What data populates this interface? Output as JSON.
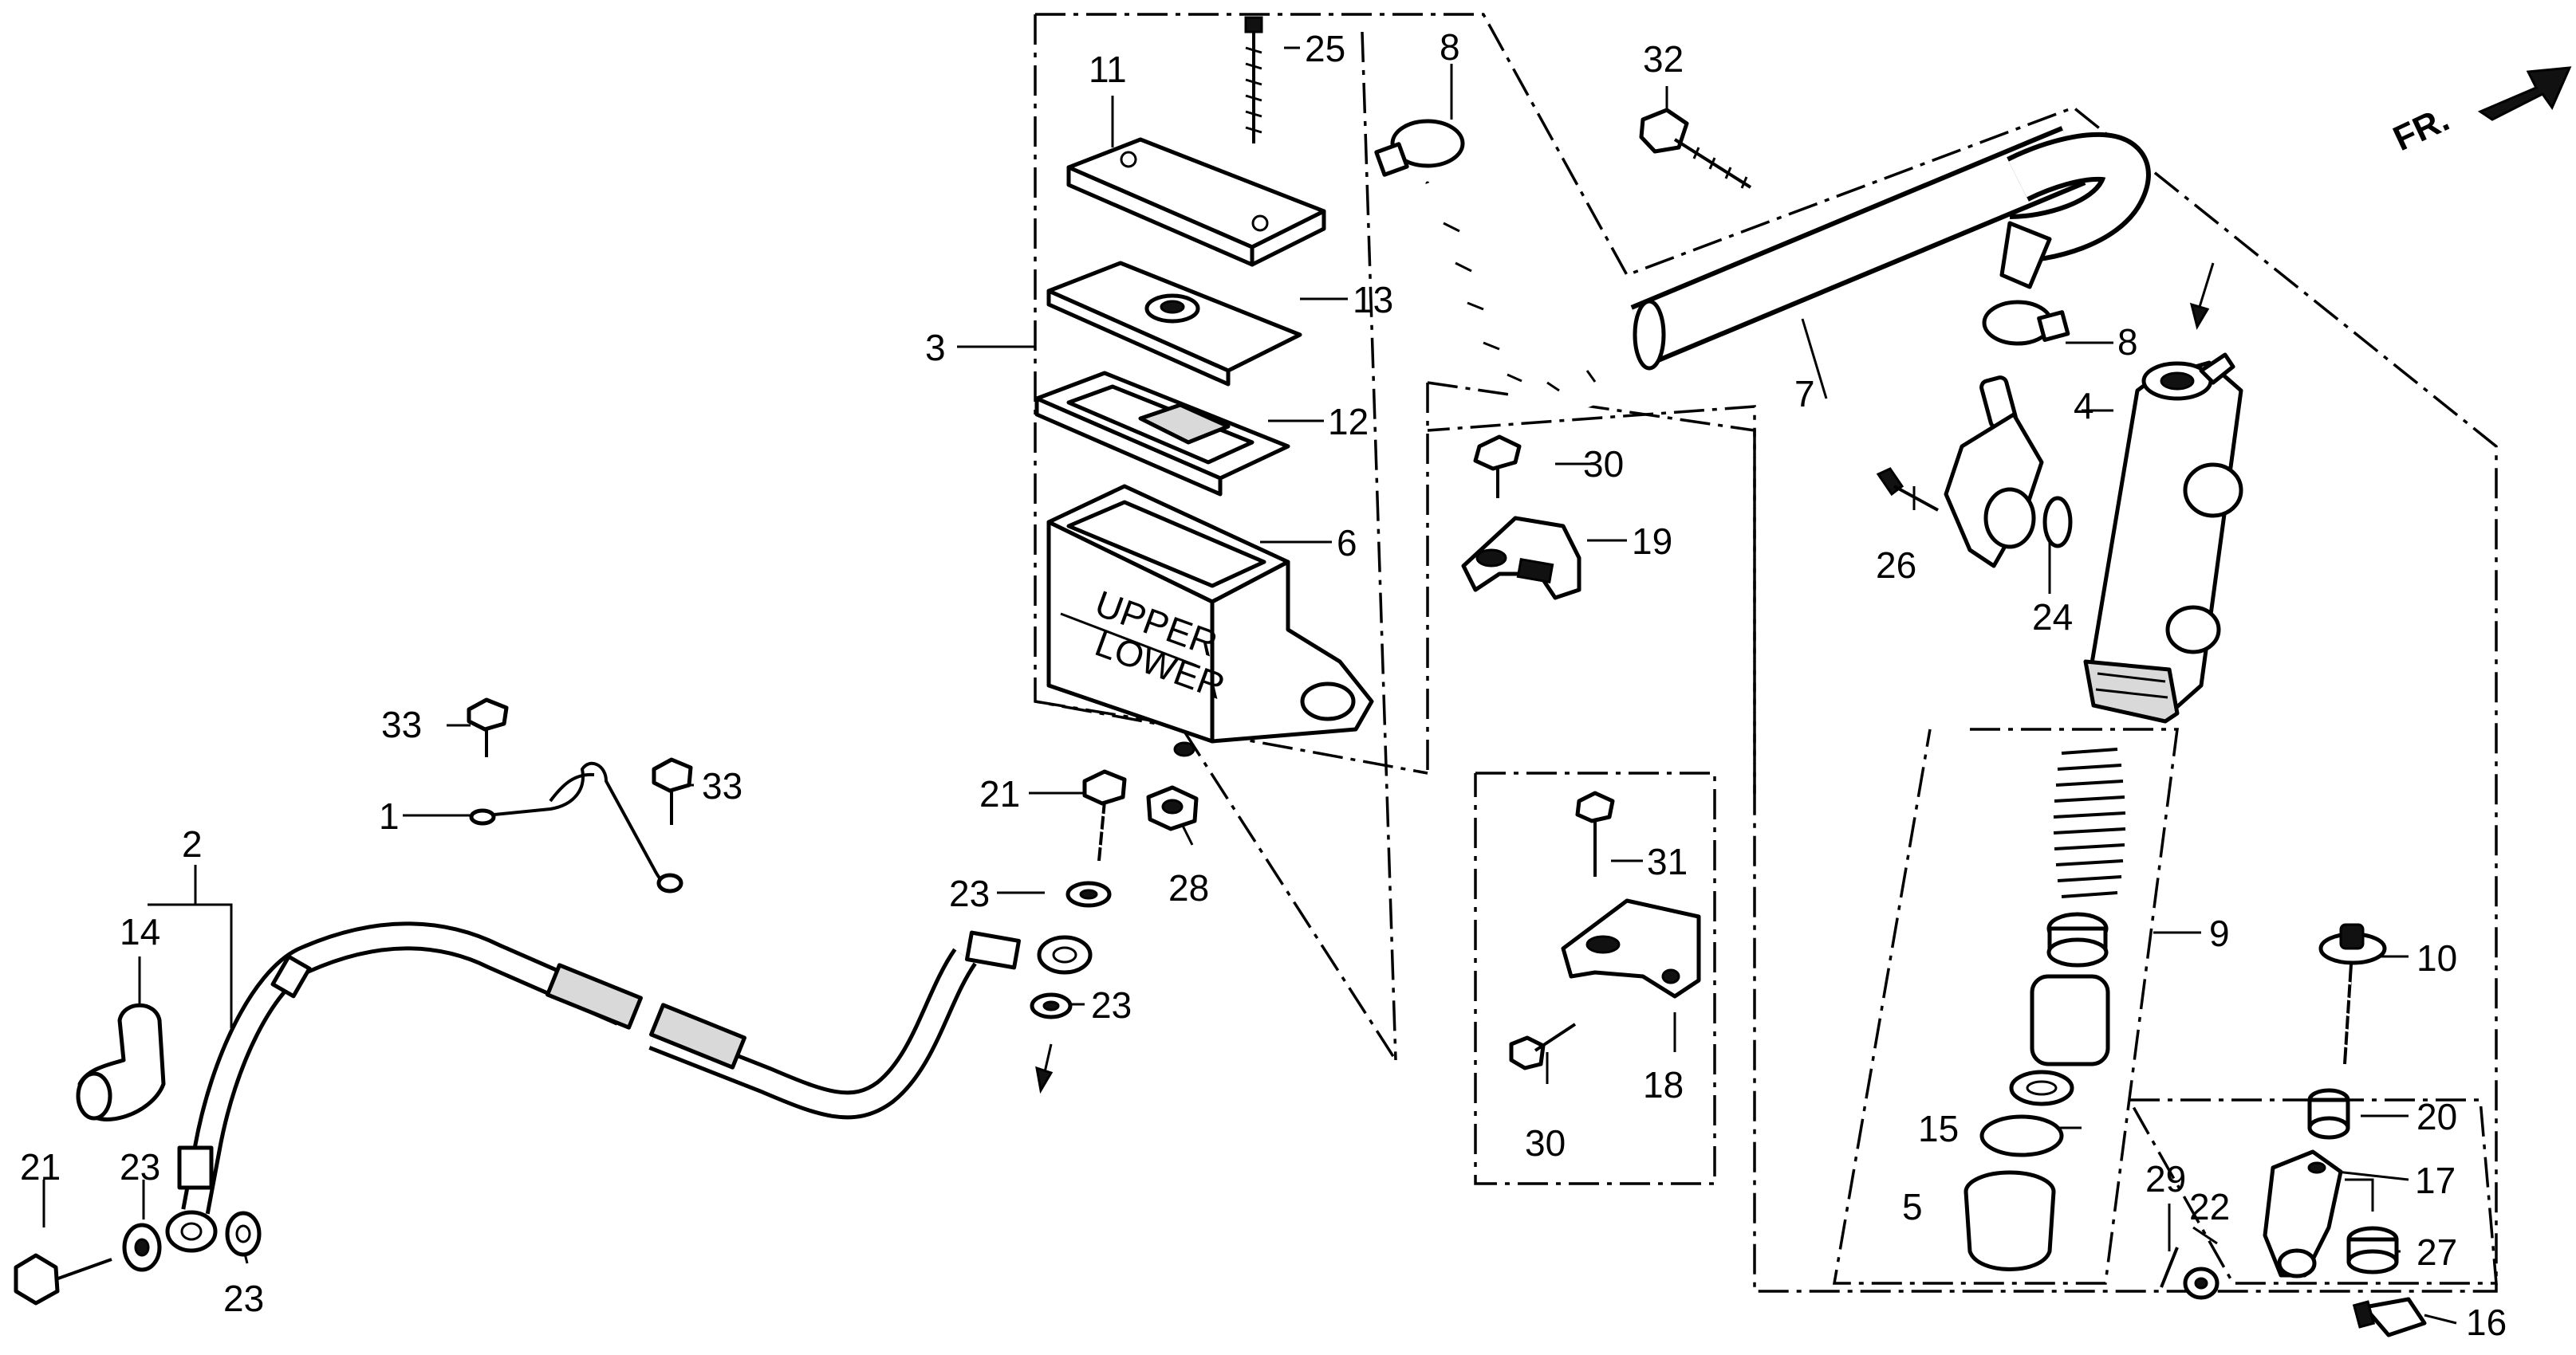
{
  "direction_marker": {
    "text": "FR.",
    "icon": "arrow-right-icon"
  },
  "callouts": [
    {
      "id": "c1",
      "text": "1"
    },
    {
      "id": "c2",
      "text": "2"
    },
    {
      "id": "c3",
      "text": "3"
    },
    {
      "id": "c4",
      "text": "4"
    },
    {
      "id": "c5",
      "text": "5"
    },
    {
      "id": "c6",
      "text": "6"
    },
    {
      "id": "c7",
      "text": "7"
    },
    {
      "id": "c8a",
      "text": "8"
    },
    {
      "id": "c8b",
      "text": "8"
    },
    {
      "id": "c9",
      "text": "9"
    },
    {
      "id": "c10",
      "text": "10"
    },
    {
      "id": "c11",
      "text": "11"
    },
    {
      "id": "c12",
      "text": "12"
    },
    {
      "id": "c13",
      "text": "13"
    },
    {
      "id": "c14",
      "text": "14"
    },
    {
      "id": "c15",
      "text": "15"
    },
    {
      "id": "c16",
      "text": "16"
    },
    {
      "id": "c17",
      "text": "17"
    },
    {
      "id": "c18",
      "text": "18"
    },
    {
      "id": "c19",
      "text": "19"
    },
    {
      "id": "c20",
      "text": "20"
    },
    {
      "id": "c21a",
      "text": "21"
    },
    {
      "id": "c21b",
      "text": "21"
    },
    {
      "id": "c22",
      "text": "22"
    },
    {
      "id": "c23a",
      "text": "23"
    },
    {
      "id": "c23b",
      "text": "23"
    },
    {
      "id": "c23c",
      "text": "23"
    },
    {
      "id": "c23d",
      "text": "23"
    },
    {
      "id": "c24",
      "text": "24"
    },
    {
      "id": "c25",
      "text": "25"
    },
    {
      "id": "c26",
      "text": "26"
    },
    {
      "id": "c27",
      "text": "27"
    },
    {
      "id": "c28",
      "text": "28"
    },
    {
      "id": "c29",
      "text": "29"
    },
    {
      "id": "c30a",
      "text": "30"
    },
    {
      "id": "c30b",
      "text": "30"
    },
    {
      "id": "c31",
      "text": "31"
    },
    {
      "id": "c32",
      "text": "32"
    },
    {
      "id": "c33a",
      "text": "33"
    },
    {
      "id": "c33b",
      "text": "33"
    }
  ]
}
